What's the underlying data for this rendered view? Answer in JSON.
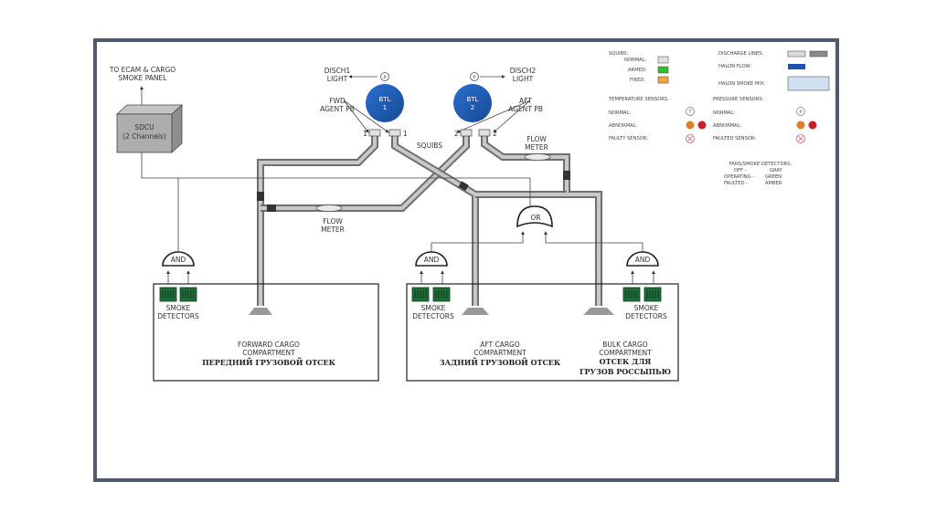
{
  "diagram": {
    "sdcu": {
      "title": "SDCU",
      "subtitle": "(2 Channels)"
    },
    "to_ecam": [
      "TO ECAM & CARGO",
      "SMOKE PANEL"
    ],
    "bottles": [
      {
        "label_line1": "BTL",
        "label_line2": "1",
        "disch_light": [
          "DISCH1",
          "LIGHT"
        ],
        "agent_pb": [
          "FWD",
          "AGENT PB"
        ],
        "squib_numbers": [
          "1",
          "1"
        ]
      },
      {
        "label_line1": "BTL",
        "label_line2": "2",
        "disch_light": [
          "DISCH2",
          "LIGHT"
        ],
        "agent_pb": [
          "AFT",
          "AGENT PB"
        ],
        "squib_numbers": [
          "2",
          "2"
        ]
      }
    ],
    "pressure_symbol": "P",
    "squibs_label": "SQUIBS",
    "flow_meter_fwd": [
      "FLOW",
      "METER"
    ],
    "flow_meter_aft": [
      "FLOW",
      "METER"
    ],
    "gates": {
      "and": "AND",
      "or": "OR"
    },
    "smoke_detectors": [
      "SMOKE",
      "DETECTORS"
    ],
    "compartments": {
      "forward": {
        "en": [
          "FORWARD CARGO",
          "COMPARTMENT"
        ],
        "ru": [
          "ПЕРЕДНИЙ ГРУЗОВОЙ ОТСЕК"
        ]
      },
      "aft": {
        "en": [
          "AFT CARGO",
          "COMPARTMENT"
        ],
        "ru": [
          "ЗАДНИЙ ГРУЗОВОЙ ОТСЕК"
        ]
      },
      "bulk": {
        "en": [
          "BULK CARGO",
          "COMPARTMENT"
        ],
        "ru": [
          "ОТСЕК ДЛЯ",
          "ГРУЗОВ РОССЫПЬЮ"
        ]
      }
    }
  },
  "legend": {
    "squibs": {
      "title": "SQUIBS:",
      "items": [
        {
          "label": "NORMAL:",
          "color": "#e2e2e2"
        },
        {
          "label": "ARMED:",
          "color": "#2fbf2f"
        },
        {
          "label": "FIRED:",
          "color": "#f0a640"
        }
      ]
    },
    "discharge_lines": {
      "label": "DISCHARGE LINES:",
      "colors": [
        "#dddddd",
        "#8a8a8a"
      ]
    },
    "halon_flow": {
      "label": "HALON FLOW:",
      "color": "#1d55a8"
    },
    "halon_smoke_mix": {
      "label": "HALON SMOKE MIX:",
      "color": "#cfe0f0"
    },
    "temperature_sensors": {
      "title": "TEMPERATURE SENSORS:",
      "symbol": "T",
      "items": [
        {
          "label": "NORMAL:"
        },
        {
          "label": "ABNORMAL:"
        },
        {
          "label": "FAULTY SENSOR:"
        }
      ]
    },
    "pressure_sensors": {
      "title": "PRESSURE SENSORS:",
      "symbol": "P",
      "items": [
        {
          "label": "NORMAL:"
        },
        {
          "label": "ABNORMAL:"
        },
        {
          "label": "FAULTED SENSOR:"
        }
      ]
    },
    "fans_smoke": {
      "title": "FANS/SMOKE DETECTORS:",
      "rows": [
        {
          "state": "OFF -",
          "color": "GRAY"
        },
        {
          "state": "OPERATING -",
          "color": "GREEN"
        },
        {
          "state": "FAULTED -",
          "color": "AMBER"
        }
      ]
    }
  },
  "colors": {
    "frame": "#4f5b6b",
    "bottle": "#1d55a8",
    "detector": "#1f6e3a",
    "abnormal_amber": "#d9822b",
    "abnormal_red": "#c8202a"
  }
}
